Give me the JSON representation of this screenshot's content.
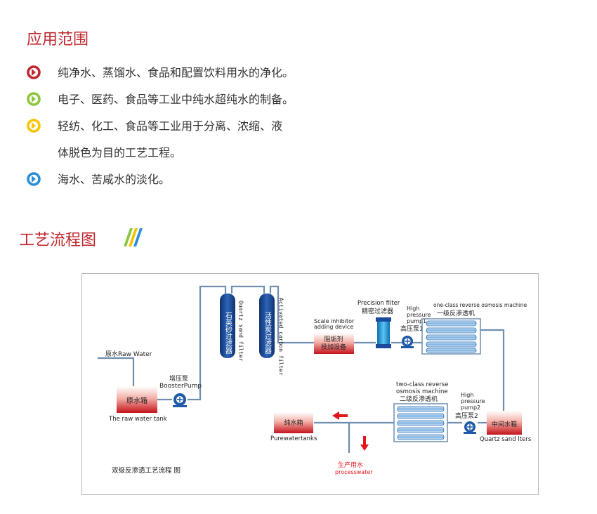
{
  "section_application": {
    "title": "应用范围",
    "items": [
      {
        "text": "纯净水、蒸馏水、食品和配置饮料用水的净化。",
        "icon_color": "#c0272d",
        "icon": "red-circle-arrow-icon"
      },
      {
        "text": "电子、医药、食品等工业中纯水超纯水的制备。",
        "icon_color": "#8cc63f",
        "icon": "green-circle-arrow-icon"
      },
      {
        "text": "轻纺、化工、食品等工业用于分离、浓缩、液",
        "icon_color": "#f5c400",
        "icon": "yellow-circle-arrow-icon"
      },
      {
        "text": "体脱色为目的工艺工程。",
        "icon_color": null,
        "icon": null
      },
      {
        "text": "海水、苦咸水的淡化。",
        "icon_color": "#2b8fd6",
        "icon": "blue-circle-arrow-icon"
      }
    ]
  },
  "section_process": {
    "title": "工艺流程图",
    "deco_colors": [
      "#8cc63f",
      "#f5c400",
      "#2b8fd6"
    ]
  },
  "diagram": {
    "raw_water_in": "原水Raw Water",
    "raw_tank_label": "原水箱",
    "raw_tank_caption": "The raw water tank",
    "booster_cn": "增压泵",
    "booster_en": "BoosterPump",
    "sand_filter_cn": "石英砂过滤器",
    "sand_filter_en": "Quartz sand filter",
    "carbon_filter_cn": "活性炭过滤器",
    "carbon_filter_en": "Activated carbon filter",
    "scale_en_1": "Scale inhibitor",
    "scale_en_2": "adding device",
    "scale_cn_1": "阻垢剂",
    "scale_cn_2": "投加设备",
    "precision_en": "Precision filter",
    "precision_cn": "精密过滤器",
    "hp1_en_1": "High",
    "hp1_en_2": "pressure",
    "hp1_en_3": "pump1",
    "hp1_cn": "高压泵1",
    "ro1_en": "one-class reverse osmosis machine",
    "ro1_cn": "一级反渗透机",
    "ro2_en_1": "two-class reverse",
    "ro2_en_2": "osmosis machine",
    "ro2_cn": "二级反渗透机",
    "hp2_en_1": "High",
    "hp2_en_2": "pressure",
    "hp2_en_3": "pump2",
    "hp2_cn": "高压泵2",
    "mid_tank_label": "中间水箱",
    "mid_tank_caption": "Quartz sand lters",
    "pure_tank_label": "纯水箱",
    "pure_tank_caption": "Purewatertanks",
    "product_cn": "生产用水",
    "product_en": "processwater",
    "caption": "双级反渗透工艺流程 图",
    "colors": {
      "pipe": "#6f8fb0",
      "tank_red": "#c3131b",
      "filter_blue": "#1a4a9c",
      "precision_blue": "#25a0e0",
      "pump_blue": "#1f5aa8",
      "ro_membrane": "#9fc6ea",
      "arrow_red": "#e4141c"
    }
  }
}
